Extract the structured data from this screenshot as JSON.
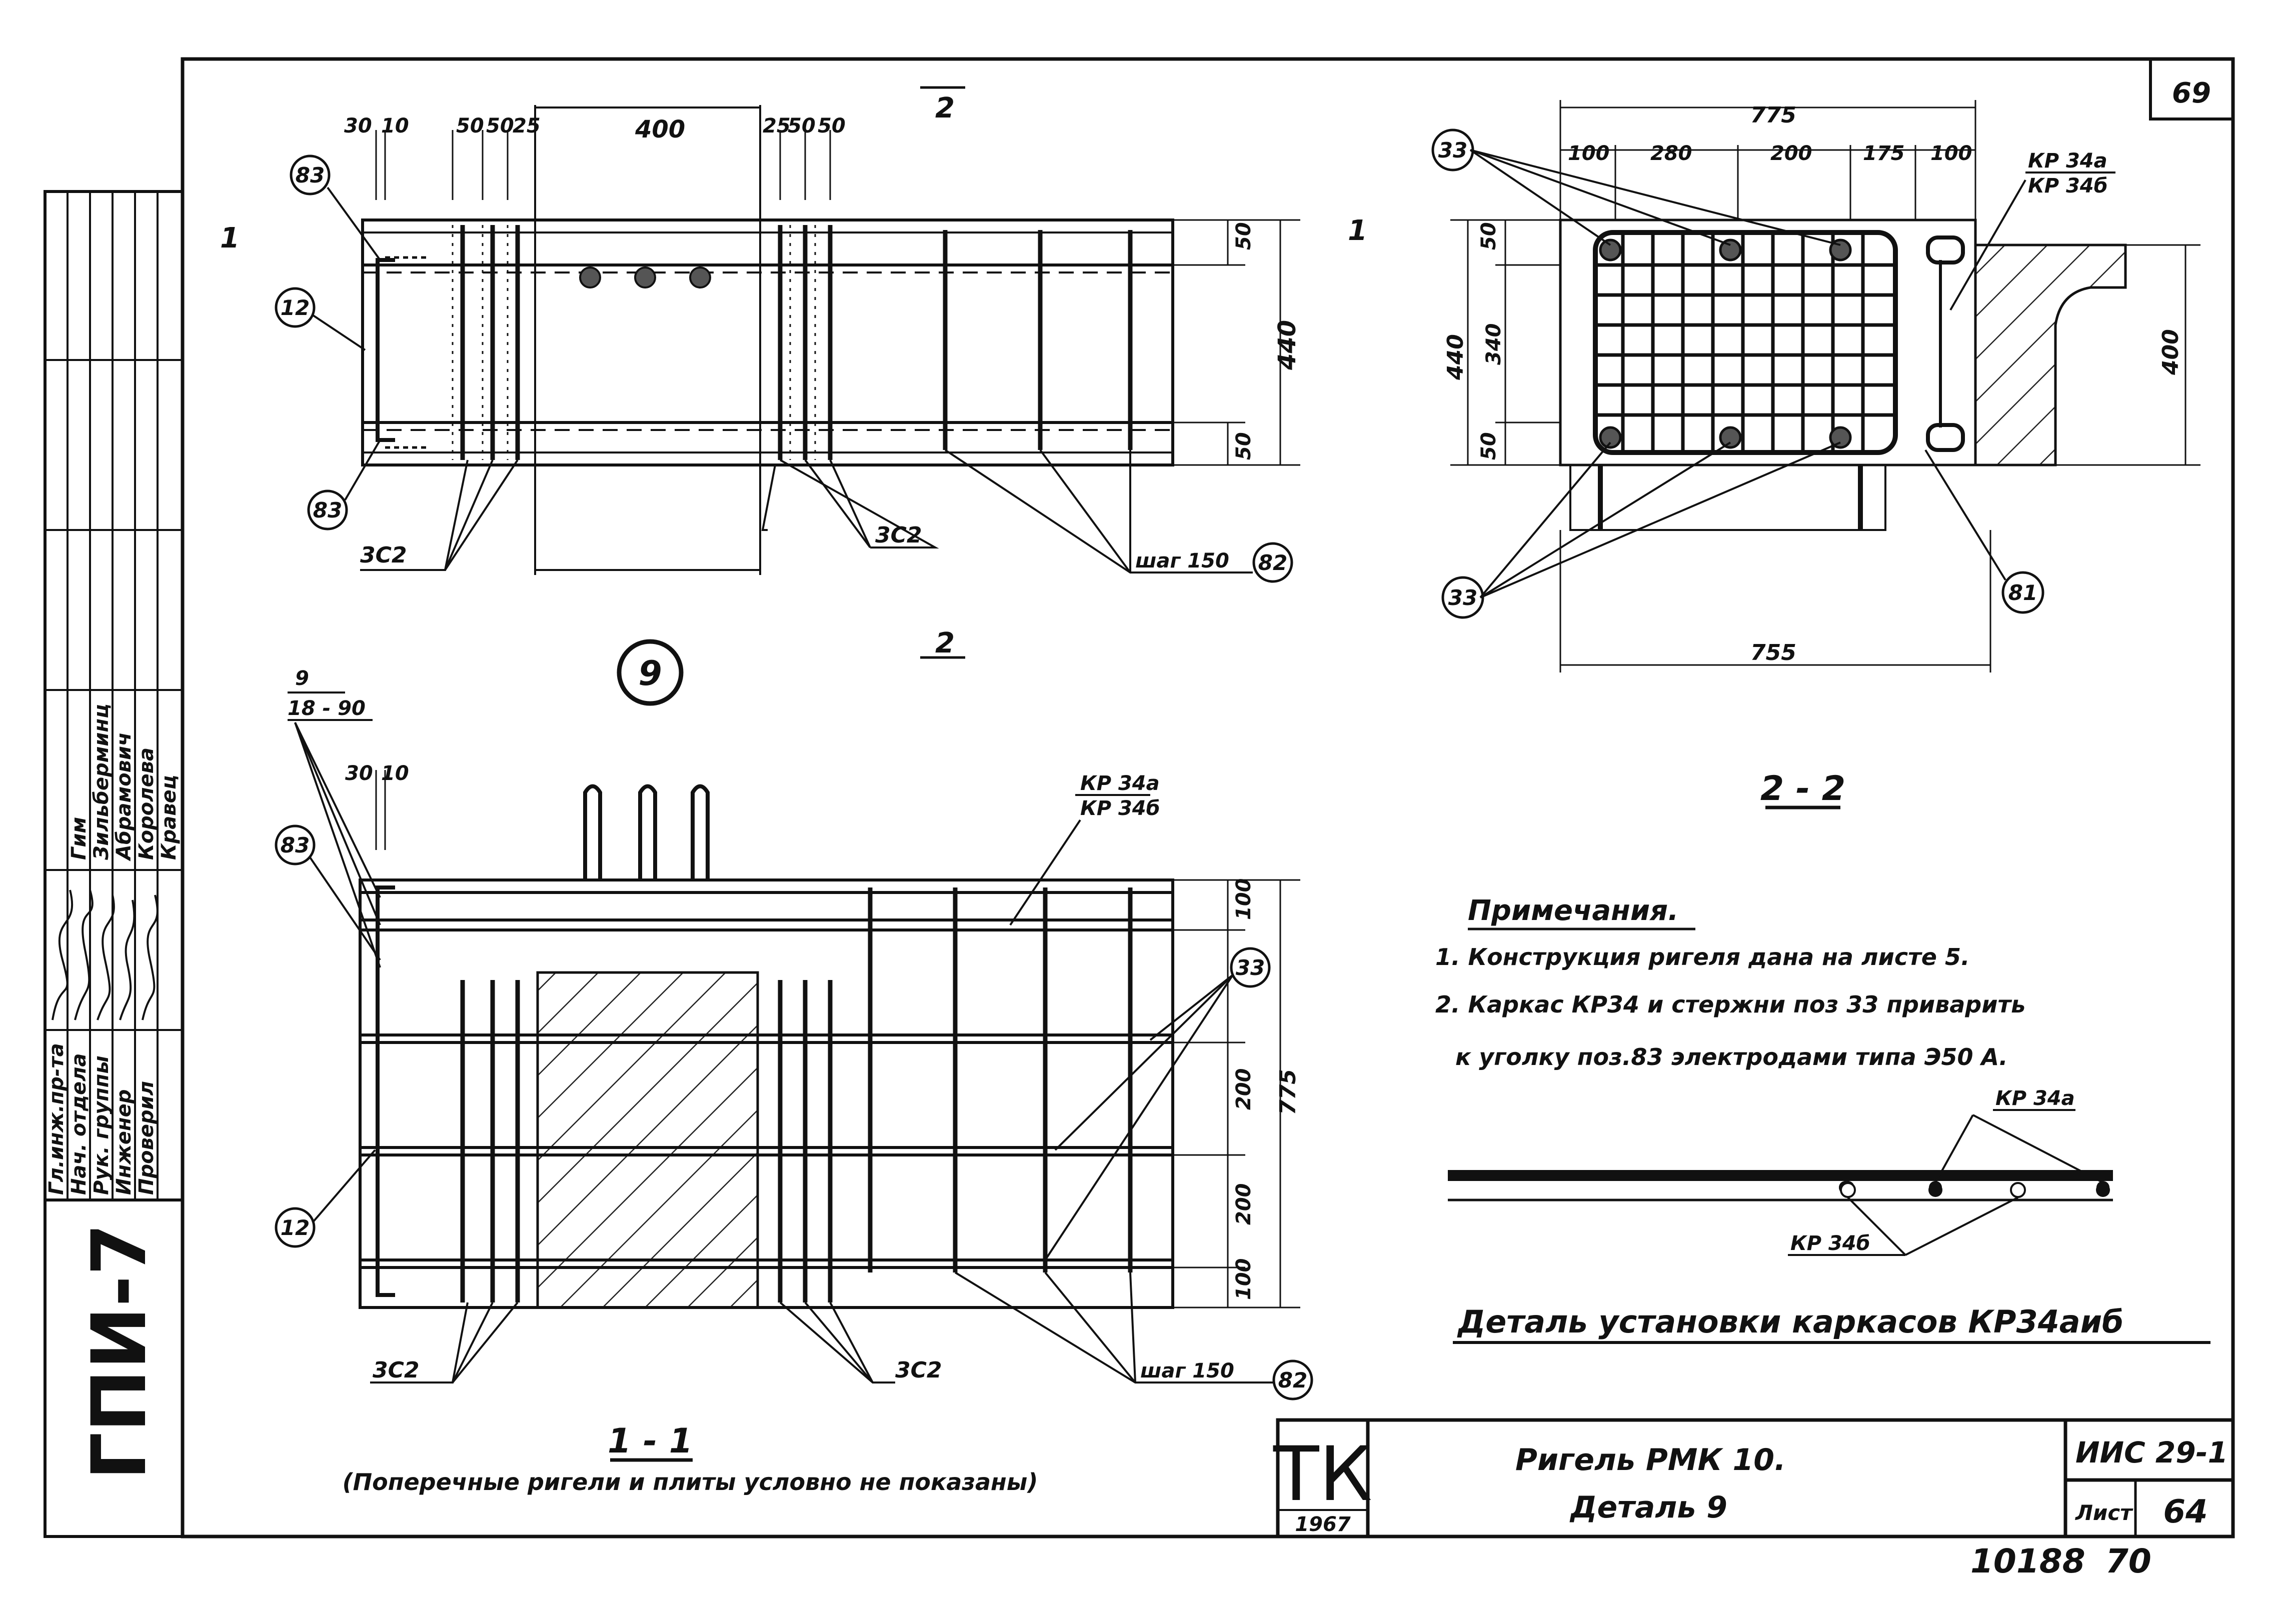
{
  "page_number": "69",
  "stamp": {
    "org": "ГПИ-7"
  },
  "signatures": {
    "roles": [
      "Гл.инж.пр-та",
      "Нач. отдела",
      "Рук. группы",
      "Инженер",
      "Проверил"
    ],
    "names": [
      "Гим",
      "Зильберминц",
      "Абрамович",
      "Королева",
      "Кравец"
    ]
  },
  "detail_marker": "9",
  "view_top": {
    "section_mark_top": "2",
    "section_mark_bottom": "2",
    "section_mark_left": "1",
    "section_mark_right": "1",
    "dims_top": [
      "30",
      "10",
      "50",
      "50",
      "25",
      "400",
      "25",
      "50",
      "50"
    ],
    "dims_right": [
      "50",
      "440",
      "50"
    ],
    "callouts": [
      "83",
      "12",
      "83",
      "82"
    ],
    "label_3c2_left": "3С2",
    "label_3c2_right": "3С2",
    "step_label": "шаг 150"
  },
  "view_22": {
    "caption": "2 - 2",
    "dims_top": [
      "775",
      "100",
      "280",
      "200",
      "175",
      "100"
    ],
    "dims_left": [
      "440",
      "50",
      "340",
      "50"
    ],
    "dim_right": "400",
    "dim_bottom": "755",
    "callouts": [
      "33",
      "33",
      "81"
    ],
    "kr_a": "КР 34а",
    "kr_b": "КР 34б"
  },
  "view_11": {
    "caption": "1 - 1",
    "subcaption": "(Поперечные ригели и плиты условно не показаны)",
    "fraction_top": "9",
    "fraction_bottom": "18 - 90",
    "dims_top": [
      "30",
      "10"
    ],
    "dims_right": [
      "100",
      "775",
      "200",
      "200",
      "100"
    ],
    "callouts": [
      "83",
      "12",
      "33",
      "82"
    ],
    "kr_a": "КР 34а",
    "kr_b": "КР 34б",
    "label_3c2_left": "3С2",
    "label_3c2_right": "3С2",
    "step_label": "шаг 150"
  },
  "notes": {
    "heading": "Примечания.",
    "items": [
      "1. Конструкция ригеля дана на листе 5.",
      "2. Каркас КР34 и стержни поз 33 приварить",
      "к уголку поз.83 электродами типа Э50 А."
    ]
  },
  "detail_install": {
    "kr_a": "КР 34а",
    "kr_b": "КР 34б",
    "caption": "Деталь установки каркасов КР34аиб"
  },
  "title_block": {
    "logo": "ТК",
    "year": "1967",
    "title_line1": "Ригель РМК 10.",
    "title_line2": "Деталь 9",
    "series_code": "ИИС 29-1",
    "sheet_label": "Лист",
    "sheet_number": "64"
  },
  "archive_number": "10188",
  "archive_page": "70"
}
